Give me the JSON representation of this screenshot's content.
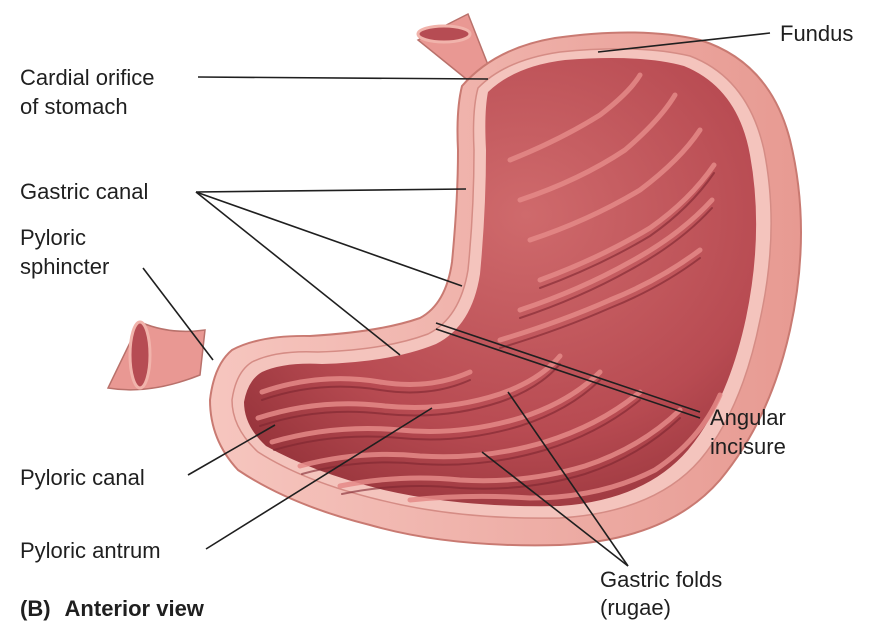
{
  "figure": {
    "caption_letter": "(B)",
    "caption_text": "Anterior view"
  },
  "labels": {
    "fundus": "Fundus",
    "cardial_orifice_line1": "Cardial orifice",
    "cardial_orifice_line2": "of stomach",
    "gastric_canal": "Gastric canal",
    "pyloric_sphincter_line1": "Pyloric",
    "pyloric_sphincter_line2": "sphincter",
    "angular_incisure_line1": "Angular",
    "angular_incisure_line2": "incisure",
    "pyloric_canal": "Pyloric canal",
    "pyloric_antrum": "Pyloric antrum",
    "gastric_folds_line1": "Gastric folds",
    "gastric_folds_line2": "(rugae)"
  },
  "colors": {
    "outer_wall": "#f1b3ab",
    "wall_edge": "#c97a72",
    "mucosa": "#c2545a",
    "mucosa_dark": "#8e2e35",
    "rugae_light": "#e58a88",
    "leader_line": "#1f1f1f"
  }
}
